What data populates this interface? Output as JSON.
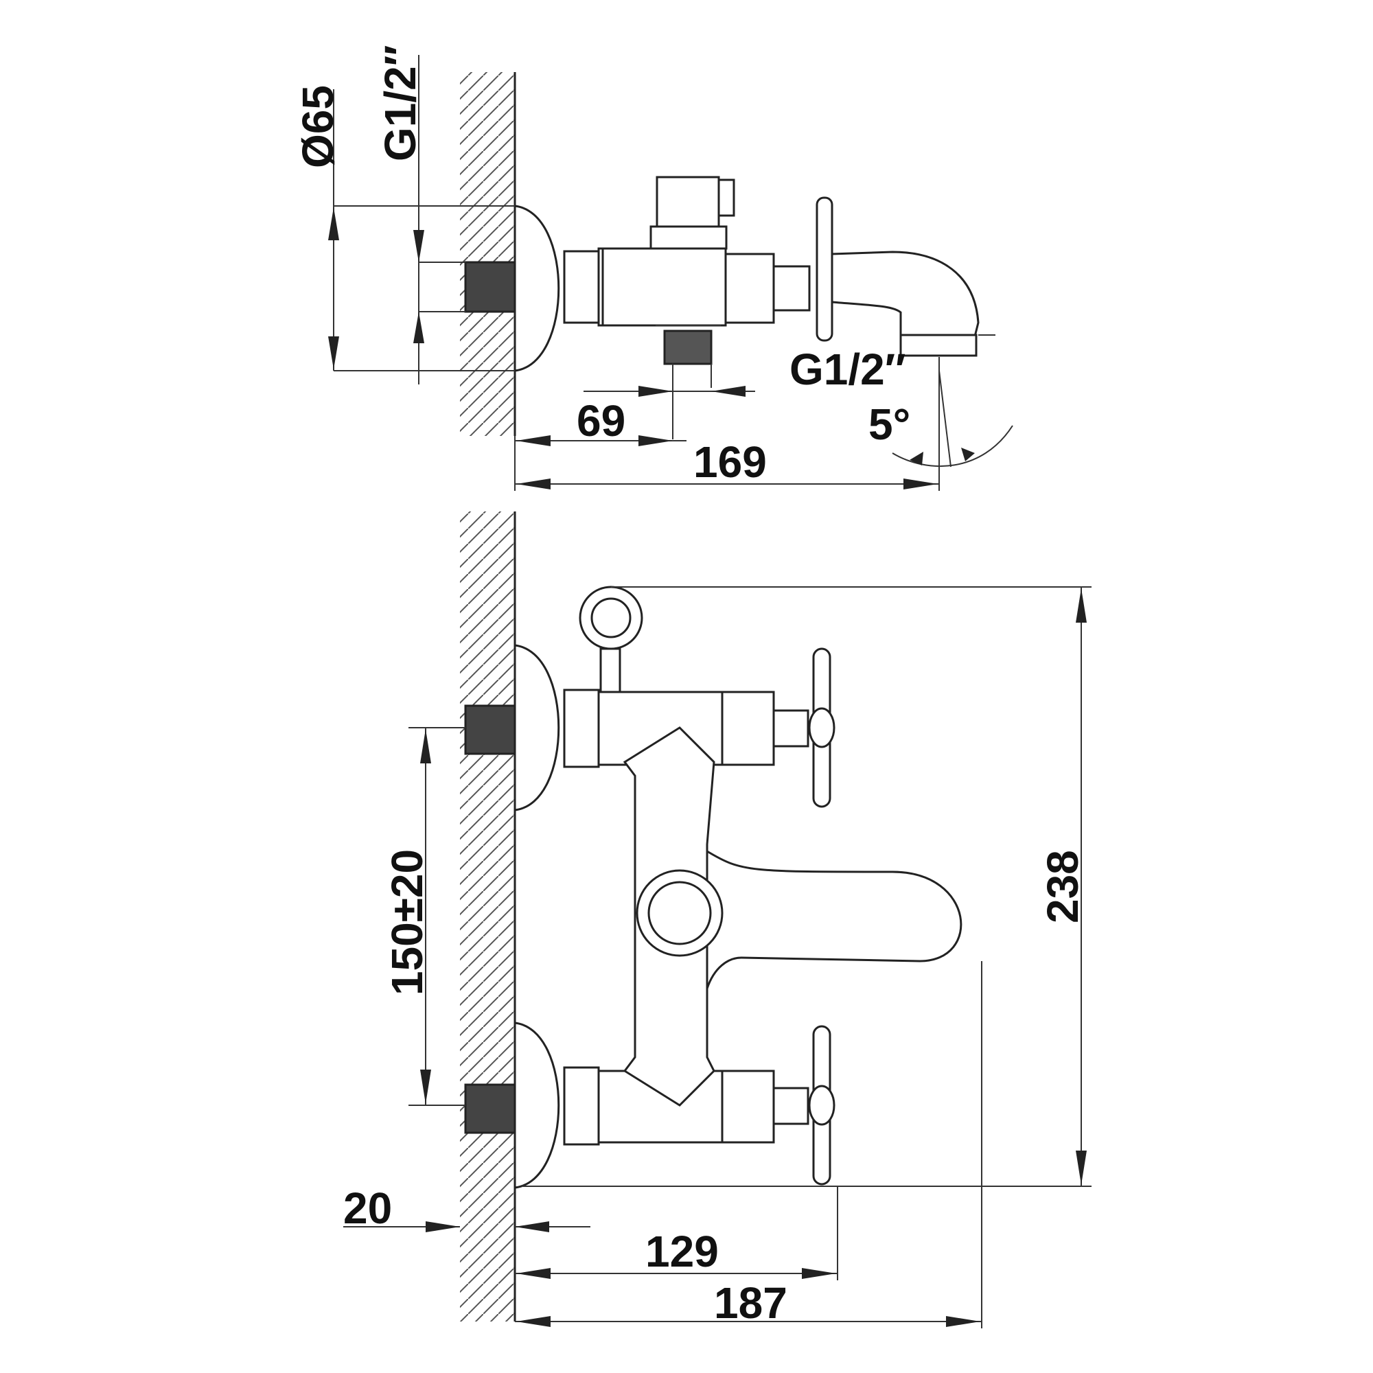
{
  "side_view": {
    "dia_label": "Ø65",
    "inlet_thread_label": "G1/2″",
    "outlet_thread_label": "G1/2″",
    "offset_label": "69",
    "length_label": "169",
    "angle_label": "5°"
  },
  "front_view": {
    "centers_label": "150±20",
    "height_label": "238",
    "wall_label": "20",
    "handle_depth_label": "129",
    "depth_label": "187"
  }
}
